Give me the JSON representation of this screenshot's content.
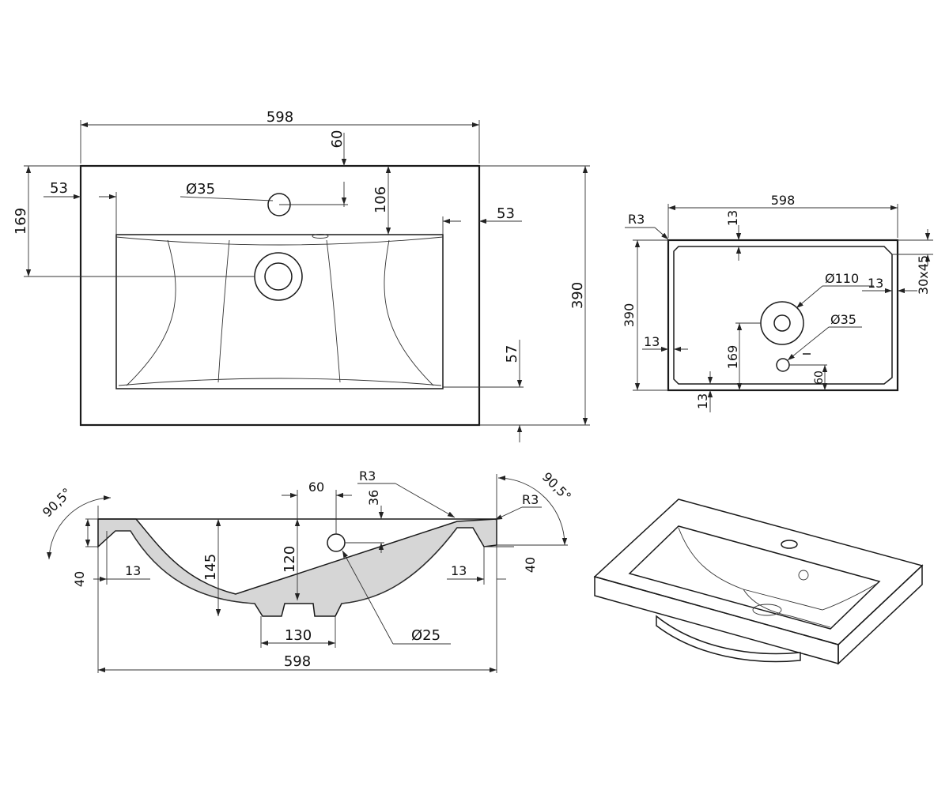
{
  "top_view": {
    "width": "598",
    "hole_offset": "60",
    "hole_diameter": "Ø35",
    "left_border": "53",
    "right_border": "53",
    "hole_to_basin": "106",
    "drain_offset": "169",
    "depth": "390",
    "front_border": "57"
  },
  "under_view": {
    "width": "598",
    "corner_radius": "R3",
    "top_border": "13",
    "chamfer": "30x45",
    "right_border": "13",
    "drain_diameter": "Ø110",
    "hole_diameter": "Ø35",
    "depth": "390",
    "left_border": "13",
    "drain_offset": "169",
    "hole_offset": "60",
    "bottom_border": "13"
  },
  "section_view": {
    "angle_left": "90,5°",
    "angle_right": "90,5°",
    "radius_top": "R3",
    "radius_right": "R3",
    "overflow_offset": "60",
    "overflow_height": "36",
    "overflow_depth": "120",
    "basin_depth": "145",
    "thickness_left": "40",
    "thickness_right": "40",
    "edge_left": "13",
    "edge_right": "13",
    "drain_width": "130",
    "overflow_diameter": "Ø25",
    "total_width": "598"
  }
}
